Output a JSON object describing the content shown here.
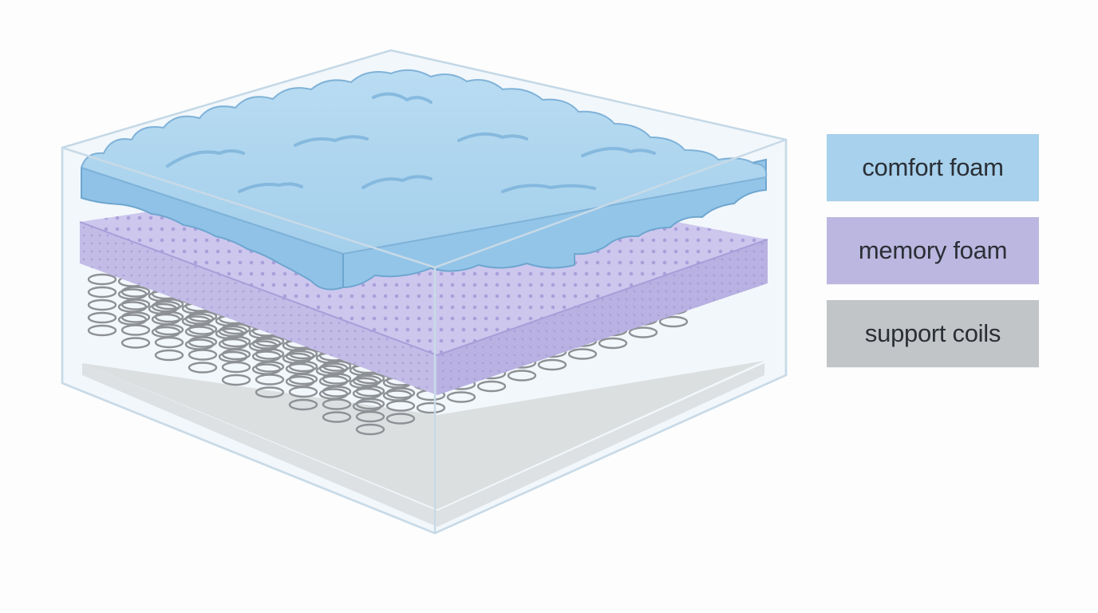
{
  "legend": {
    "items": [
      {
        "label": "comfort foam",
        "color": "#a7d1ec"
      },
      {
        "label": "memory foam",
        "color": "#bcb7e0"
      },
      {
        "label": "support coils",
        "color": "#c2c5c7"
      }
    ]
  },
  "colors": {
    "casing": "#e8f2f8",
    "casing_edge": "#c3d6e3",
    "comfort_foam": "#a9d3ee",
    "comfort_foam_edge": "#6fa8cf",
    "memory_foam": "#c7c1ea",
    "memory_dot": "#9a8fcf",
    "coil": "#8c8f92",
    "base": "#d8dadc"
  },
  "icons": [
    "mattress-casing",
    "comfort-foam-layer",
    "memory-foam-layer",
    "support-coils"
  ]
}
